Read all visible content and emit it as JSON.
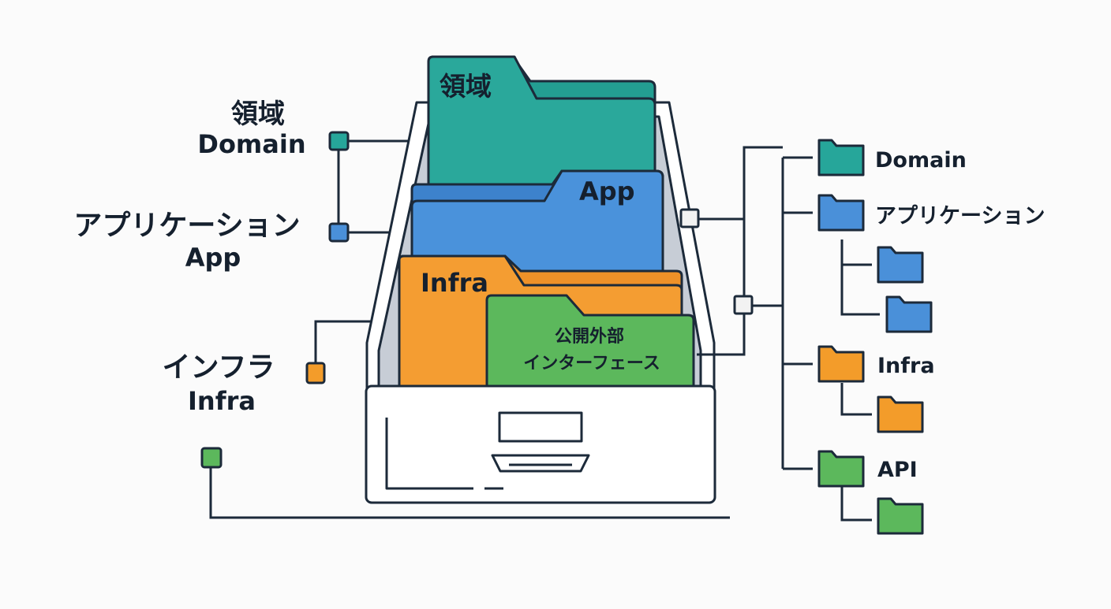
{
  "colors": {
    "domain": "#26a69a",
    "app": "#4a90d9",
    "infra": "#f39c2a",
    "api": "#5cb85c",
    "outline": "#1c2a3a",
    "background": "#fbfbfb"
  },
  "left_labels": {
    "domain_jp": "領域",
    "domain_en": "Domain",
    "app_jp": "アプリケーション",
    "app_en": "App",
    "infra_jp": "インフラ",
    "infra_en": "Infra"
  },
  "cabinet": {
    "domain_tab": "領域",
    "app_tab": "App",
    "infra_tab": "Infra",
    "api_line1": "公開外部",
    "api_line2": "インターフェース"
  },
  "tree": {
    "domain": "Domain",
    "app": "アプリケーション",
    "infra": "Infra",
    "api": "API"
  }
}
